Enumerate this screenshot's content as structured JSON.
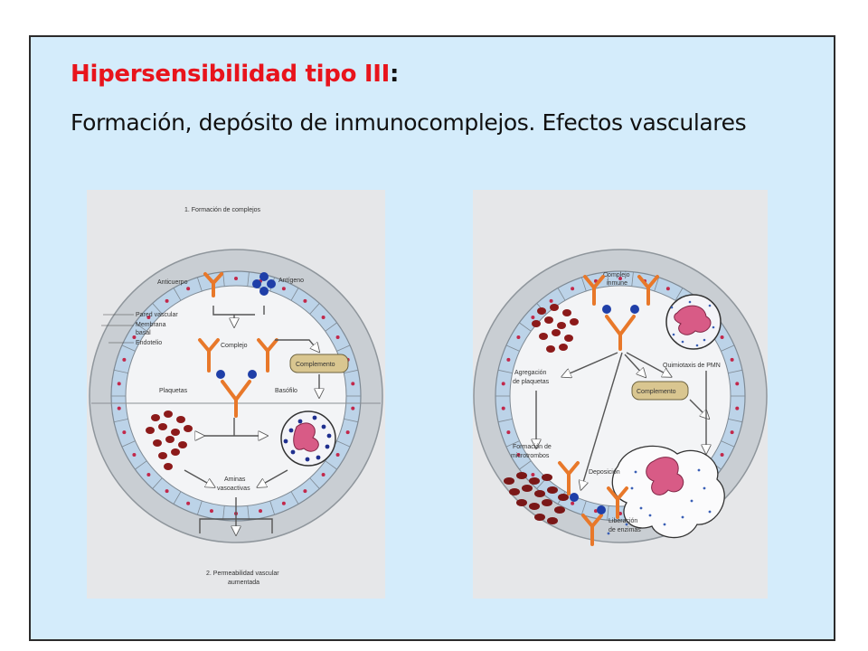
{
  "slide": {
    "title": "Hipersensibilidad tipo III",
    "title_suffix": ":",
    "subtitle": "Formación, depósito de inmunocomplejos. Efectos vasculares"
  },
  "left_panel": {
    "labels": {
      "step1": "1. Formación de complejos",
      "anticuerpo": "Anticuerpo",
      "antigeno": "Antígeno",
      "pared": "Pared vascular",
      "membrana": "Membrana",
      "basal": "basal",
      "endotelio": "Endotelio",
      "complejo": "Complejo",
      "complemento": "Complemento",
      "plaquetas": "Plaquetas",
      "basofilo": "Basófilo",
      "aminas1": "Aminas",
      "aminas2": "vasoactivas",
      "step2a": "2. Permeabilidad vascular",
      "step2b": "aumentada"
    }
  },
  "right_panel": {
    "labels": {
      "complejo1": "Complejo",
      "complejo2": "inmune",
      "quimiotaxis": "Quimiotaxis de PMN",
      "agregacion1": "Agregación",
      "agregacion2": "de plaquetas",
      "complemento": "Complemento",
      "formacion1": "Formación de",
      "formacion2": "microtrombos",
      "deposicion": "Deposición",
      "liberacion1": "Liberación",
      "liberacion2": "de enzimas"
    }
  },
  "colors": {
    "slide_bg": "#d4ecfb",
    "title_red": "#e8141c",
    "antibody_orange": "#e8782a",
    "antigen_blue": "#1f3fa8",
    "platelet_red": "#8c1a1a",
    "complement_tan": "#d9c690",
    "cell_pink": "#d85b86"
  }
}
